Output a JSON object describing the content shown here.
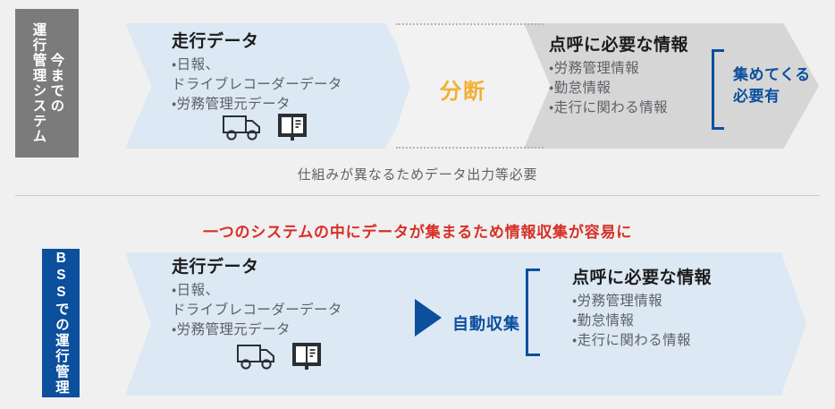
{
  "meta": {
    "language": "ja"
  },
  "colors": {
    "gray_bar": "#7b7b7b",
    "blue_bar": "#0b4f9d",
    "light_blue_band": "#dce8f4",
    "gray_band": "#d6d6d6",
    "gap_band": "#f2f2f2",
    "accent_orange": "#f2b134",
    "accent_red": "#d63027",
    "accent_blue": "#0b4f9d",
    "body_text": "#5d6166",
    "page_background": "#f0f0f0"
  },
  "top_section": {
    "side_label_line1": "今までの",
    "side_label_line2": "運行管理システム",
    "left_block": {
      "title": "走行データ",
      "items": [
        "・日報、\n  ドライブレコーダーデータ",
        "・労務管理元データ"
      ],
      "icons": [
        "truck-icon",
        "logbook-icon"
      ]
    },
    "gap_label": "分断",
    "right_block": {
      "title": "点呼に必要な情報",
      "items": [
        "・労務管理情報",
        "・勤怠情報",
        "・走行に関わる情報"
      ]
    },
    "annotation": "集めてくる\n必要有",
    "caption": "仕組みが異なるためデータ出力等必要"
  },
  "bottom_section": {
    "headline": "一つのシステムの中にデータが集まるため情報収集が容易に",
    "side_label": "BSSでの運行管理",
    "left_block": {
      "title": "走行データ",
      "items": [
        "・日報、\n  ドライブレコーダーデータ",
        "・労務管理元データ"
      ],
      "icons": [
        "truck-icon",
        "logbook-icon"
      ]
    },
    "arrow_label": "自動収集",
    "right_block": {
      "title": "点呼に必要な情報",
      "items": [
        "・労務管理情報",
        "・勤怠情報",
        "・走行に関わる情報"
      ]
    }
  }
}
